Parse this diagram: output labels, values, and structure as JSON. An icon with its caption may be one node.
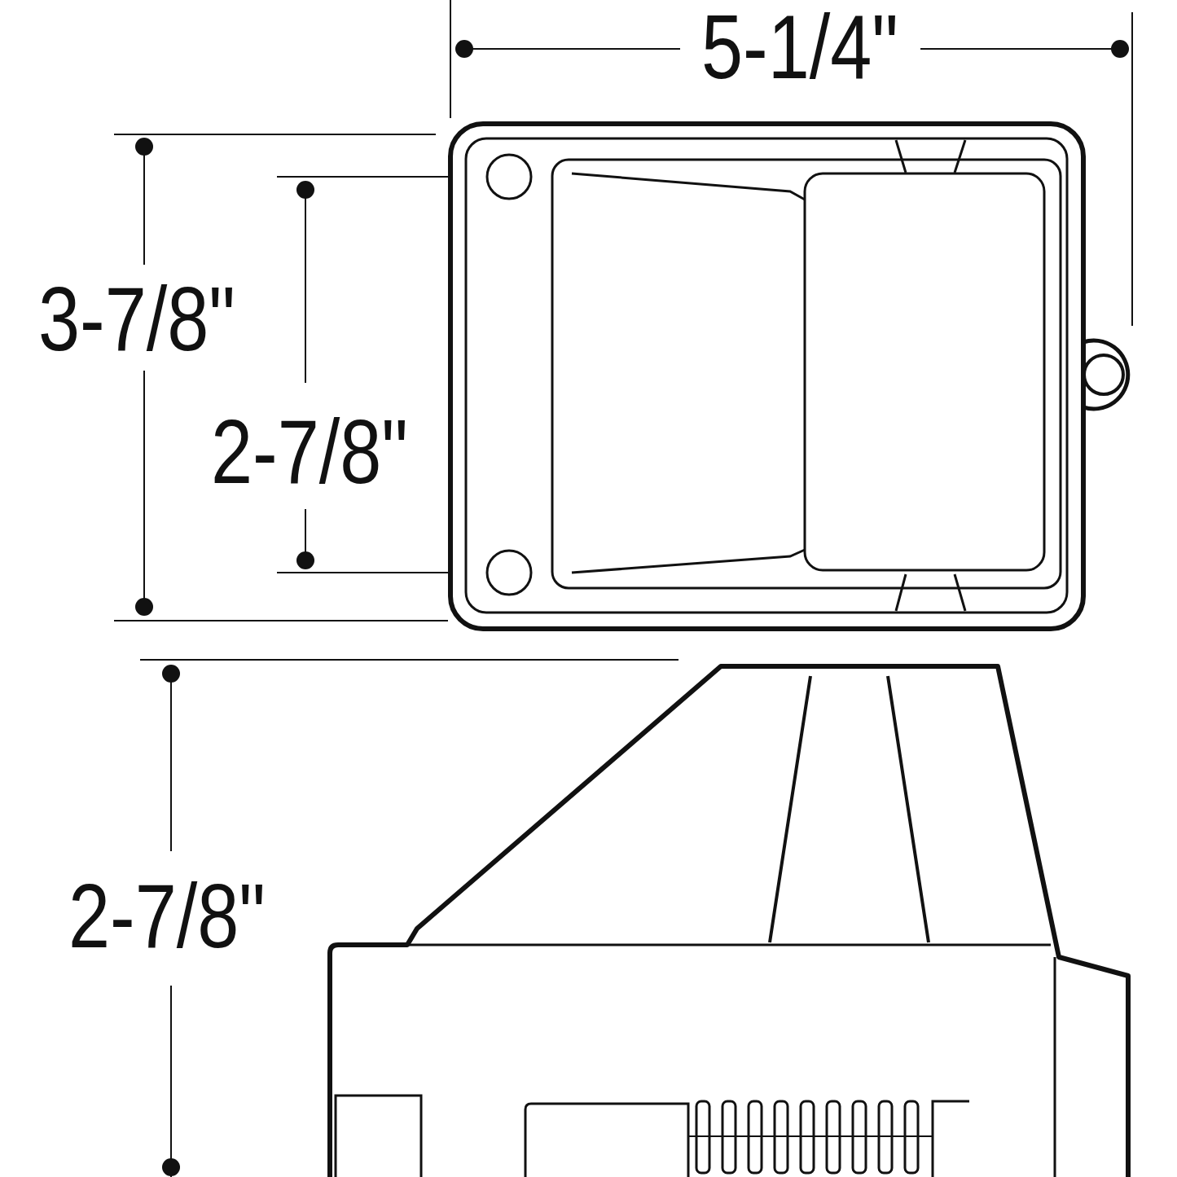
{
  "diagram": {
    "labels": [
      "5-1/4\"",
      "3-7/8\"",
      "2-7/8\"",
      "2-7/8\""
    ]
  }
}
